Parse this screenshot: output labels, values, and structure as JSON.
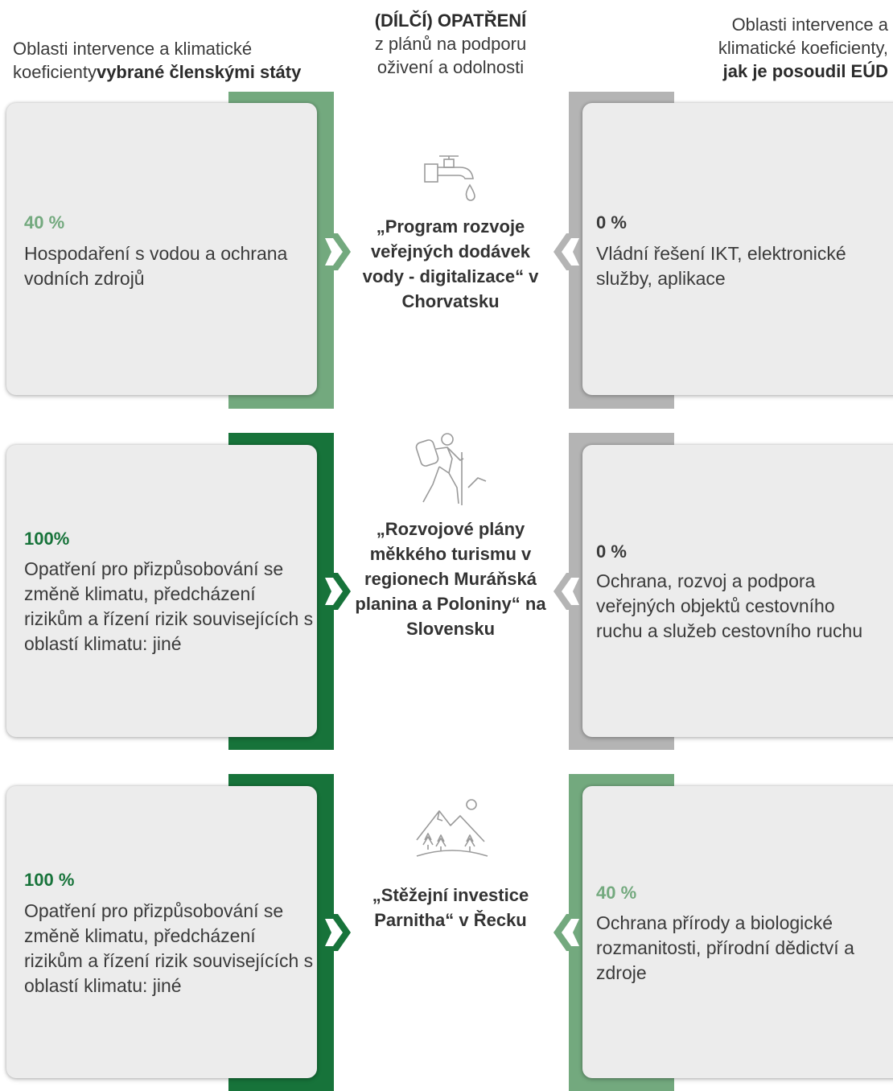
{
  "header": {
    "left_normal": "Oblasti intervence a klimatické koeficienty",
    "left_bold": "vybrané členskými státy",
    "middle_bold": "(DÍLČÍ) OPATŘENÍ",
    "middle_normal": "z plánů na podporu oživení a odolnosti",
    "right_normal": "Oblasti intervence a klimatické koeficienty,",
    "right_bold": "jak je posoudil EÚD"
  },
  "colors": {
    "light_green": "#73a97e",
    "dark_green": "#17733a",
    "grey": "#b4b4b4",
    "card_bg": "#ececec"
  },
  "rows": [
    {
      "icon": "water-tap-icon",
      "measure": "„Program rozvoje veřejných dodávek vody - digitalizace“ v Chorvatsku",
      "member_state": {
        "percent": "40 %",
        "text": "Hospodaření s vodou a ochrana vodních zdrojů",
        "color": "light_green"
      },
      "eca": {
        "percent": "0 %",
        "text": "Vládní řešení IKT, elektronické služby, aplikace",
        "color": "grey"
      }
    },
    {
      "icon": "hiker-icon",
      "measure": "„Rozvojové plány měkkého turismu v regionech Muráňská planina a Poloniny“ na Slovensku",
      "member_state": {
        "percent": "100%",
        "text": "Opatření pro přizpůsobování se změně klimatu, předcházení rizikům a řízení rizik souvisejících s oblastí klimatu: jiné",
        "color": "dark_green"
      },
      "eca": {
        "percent": "0 %",
        "text": "Ochrana, rozvoj a podpora veřejných objektů cestovního ruchu a služeb cestovního ruchu",
        "color": "grey"
      }
    },
    {
      "icon": "mountains-trees-icon",
      "measure": "„Stěžejní investice Parnitha“ v Řecku",
      "member_state": {
        "percent": "100 %",
        "text": "Opatření pro přizpůsobování se změně klimatu, předcházení rizikům a řízení rizik souvisejících s oblastí klimatu: jiné",
        "color": "dark_green"
      },
      "eca": {
        "percent": "40 %",
        "text": "Ochrana přírody a biologické rozmanitosti, přírodní dědictví a zdroje",
        "color": "light_green"
      }
    }
  ]
}
